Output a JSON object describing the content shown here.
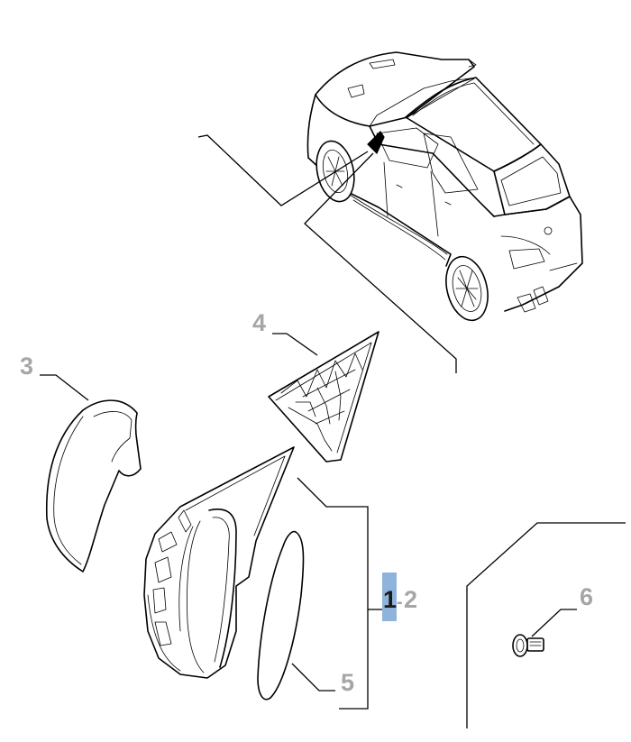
{
  "callouts": {
    "c1": "1",
    "c2": "2",
    "c3": "3",
    "c4": "4",
    "c5": "5",
    "c6": "6",
    "range_separator": "-"
  },
  "colors": {
    "callout_text": "#a6a6a6",
    "highlight_box": "#8fb4dc",
    "highlight_text": "#1a1a1a",
    "line": "#000000"
  },
  "parts": [
    {
      "ref": "1-2",
      "name": "mirror-housing-assembly"
    },
    {
      "ref": "3",
      "name": "mirror-cover-cap"
    },
    {
      "ref": "4",
      "name": "mirror-mount-triangle"
    },
    {
      "ref": "5",
      "name": "mirror-glass"
    },
    {
      "ref": "6",
      "name": "fastening-screw"
    }
  ]
}
